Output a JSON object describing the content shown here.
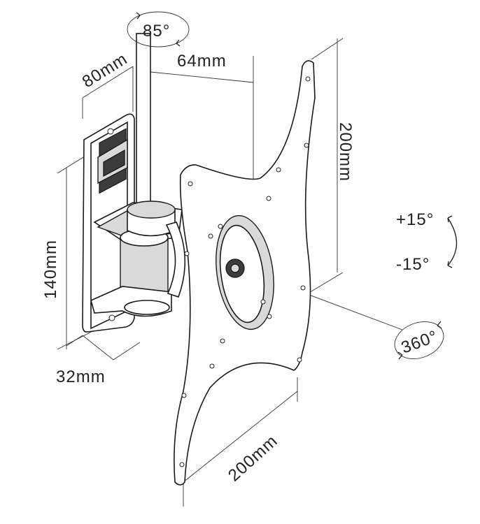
{
  "labels": {
    "swivel": "85°",
    "depth_arm": "64mm",
    "wall_width": "80mm",
    "vesa_height": "200mm",
    "tilt_up": "+15°",
    "tilt_down": "-15°",
    "wall_height": "140mm",
    "rotation": "360°",
    "wall_gap": "32mm",
    "vesa_width": "200mm"
  }
}
